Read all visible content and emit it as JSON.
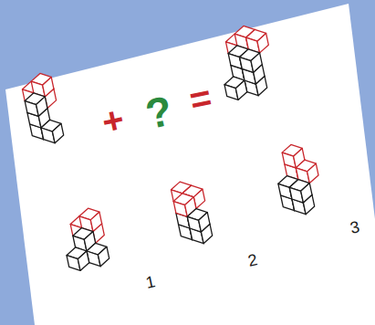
{
  "diagram": {
    "labels": [
      "+",
      "?",
      "=",
      "1",
      "2",
      "3"
    ]
  }
}
